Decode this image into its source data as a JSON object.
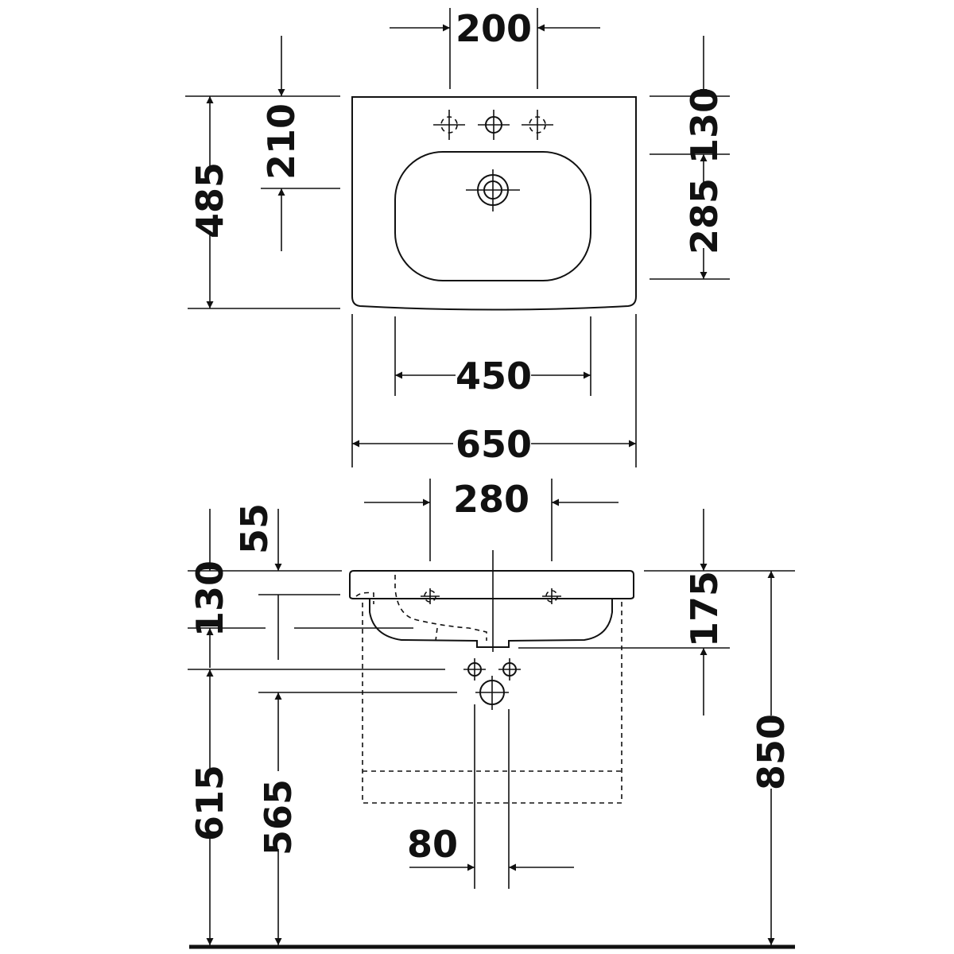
{
  "top_view": {
    "faucet_spacing": "200",
    "depth_total": "485",
    "overflow_to_drain": "210",
    "rim_to_bowl": "130",
    "bowl_depth": "285",
    "bowl_width": "450",
    "total_width": "650"
  },
  "front_view": {
    "valve_spacing": "280",
    "rim_thickness": "55",
    "rim_to_outlet": "130",
    "bowl_height": "175",
    "outlet_height": "615",
    "supply_height": "565",
    "mounting_height": "850",
    "pipe_spacing": "80"
  }
}
